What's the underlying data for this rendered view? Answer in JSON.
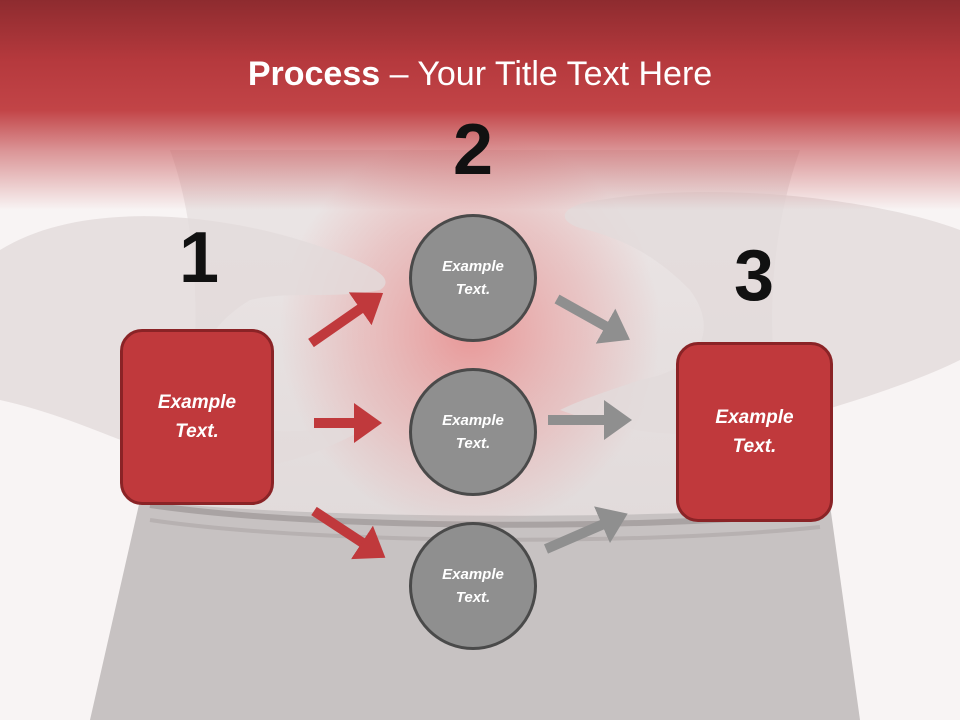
{
  "title": {
    "bold": "Process",
    "rest": " – Your Title Text Here"
  },
  "steps": [
    "1",
    "2",
    "3"
  ],
  "left_box": {
    "label": "Example\nText."
  },
  "circles": [
    {
      "label": "Example\nText."
    },
    {
      "label": "Example\nText."
    },
    {
      "label": "Example\nText."
    }
  ],
  "right_box": {
    "label": "Example\nText."
  },
  "colors": {
    "accent_red": "#c0393c",
    "circle_gray": "#8f8f8f",
    "arrow_red": "#c0393c",
    "arrow_gray": "#8f8f8f"
  }
}
